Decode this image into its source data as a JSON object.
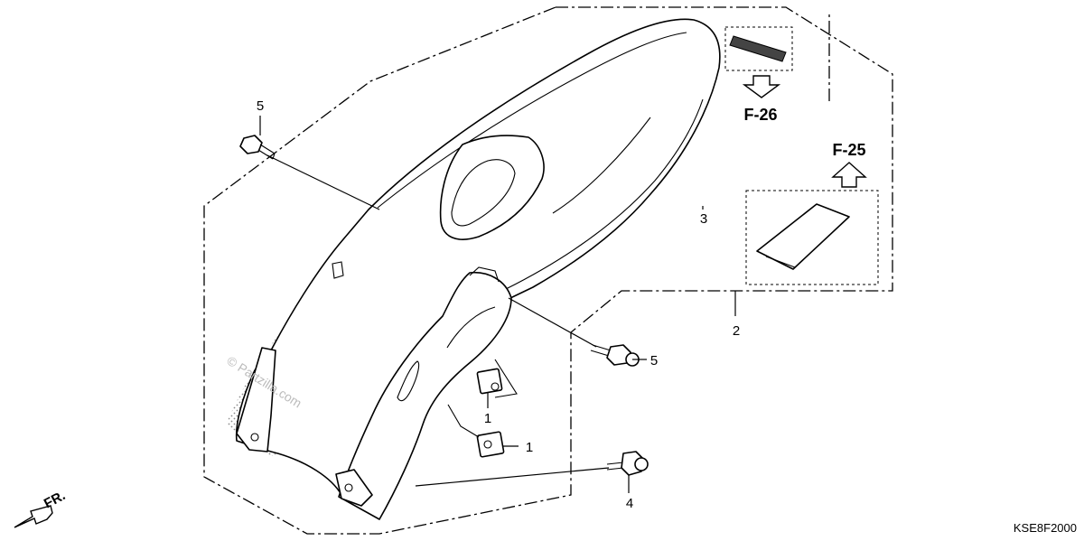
{
  "diagram": {
    "callouts": {
      "c5_top": "5",
      "c3": "3",
      "c2": "2",
      "c5_right": "5",
      "c1_upper": "1",
      "c1_lower": "1",
      "c4": "4"
    },
    "references": {
      "f26": "F-26",
      "f25": "F-25"
    },
    "direction_label": "FR.",
    "watermark": "© Partzilla.com",
    "diagram_code": "KSE8F2000",
    "colors": {
      "line": "#000000",
      "background": "#ffffff",
      "shading": "#9a9a9a"
    }
  }
}
